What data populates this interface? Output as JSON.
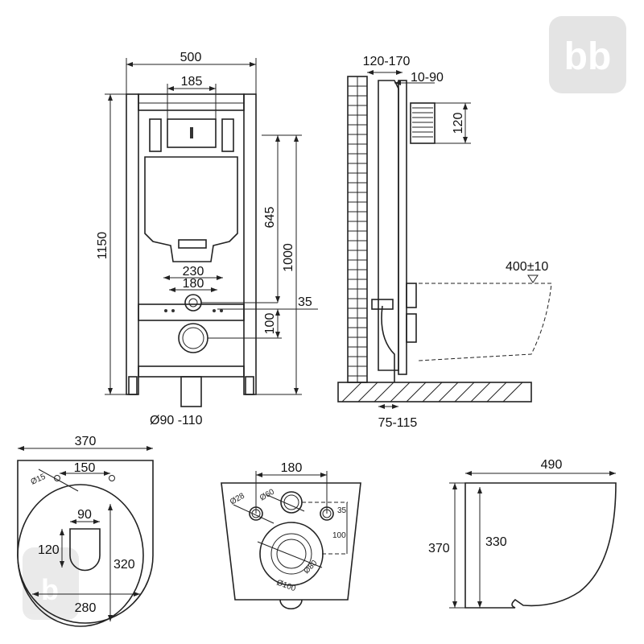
{
  "front_view": {
    "width": "500",
    "button_width": "185",
    "height": "1150",
    "button_to_inlet": "645",
    "inlet_height": "1000",
    "bolt_spacing_outer": "230",
    "bolt_spacing_inner": "180",
    "inlet_offset": "35",
    "drain_offset": "100",
    "drain_diameter": "Ø90 -110"
  },
  "side_view": {
    "wall_depth": "120-170",
    "box_depth": "10-90",
    "box_height": "120",
    "seat_height": "400±10",
    "drain_depth": "75-115"
  },
  "bowl_top_view": {
    "width": "370",
    "fixing_spacing": "150",
    "fixing_diameter": "Ø15",
    "hole_width": "90",
    "hole_length": "120",
    "seat_length": "320",
    "seat_width": "280"
  },
  "bowl_back_view": {
    "bolt_spacing": "180",
    "bolt_diameter": "Ø28",
    "inlet_diameter": "Ø60",
    "inlet_offset": "35",
    "outlet_offset": "100",
    "outlet_outer": "Ø100",
    "outlet_inner": "Ø80"
  },
  "bowl_side_view": {
    "length": "490",
    "height": "370",
    "rim_height": "330"
  },
  "logo": "BB"
}
